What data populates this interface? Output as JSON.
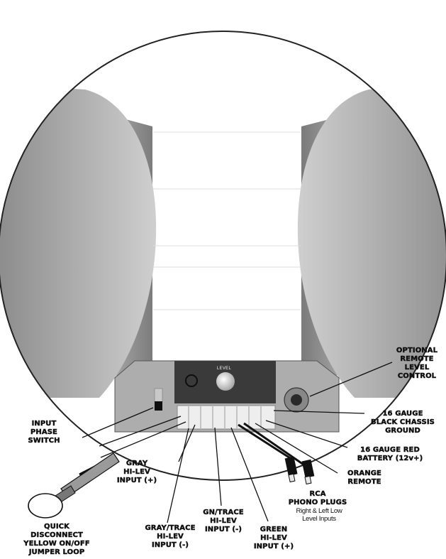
{
  "panel": {
    "level_text": "LEVEL"
  },
  "labels": {
    "optional_remote": [
      "OPTIONAL",
      "REMOTE",
      "LEVEL",
      "CONTROL"
    ],
    "input_phase": [
      "INPUT",
      "PHASE",
      "SWITCH"
    ],
    "black_ground": [
      "16 GAUGE",
      "BLACK CHASSIS",
      "GROUND"
    ],
    "red_battery": [
      "16 GAUGE RED",
      "BATTERY (12v+)"
    ],
    "orange_remote": [
      "ORANGE",
      "REMOTE"
    ],
    "gray_plus": [
      "GRAY",
      "HI-LEV",
      "INPUT (+)"
    ],
    "gn_trace": [
      "GN/TRACE",
      "HI-LEV",
      "INPUT (-)"
    ],
    "rca": [
      "RCA",
      "PHONO PLUGS"
    ],
    "rca_note": [
      "Right & Left Low",
      "Level Inputs"
    ],
    "quick_disconnect": [
      "QUICK",
      "DISCONNECT",
      "YELLOW ON/OFF",
      "JUMPER LOOP"
    ],
    "gray_trace": [
      "GRAY/TRACE",
      "HI-LEV",
      "INPUT (-)"
    ],
    "green_plus": [
      "GREEN",
      "HI-LEV",
      "INPUT (+)"
    ]
  }
}
